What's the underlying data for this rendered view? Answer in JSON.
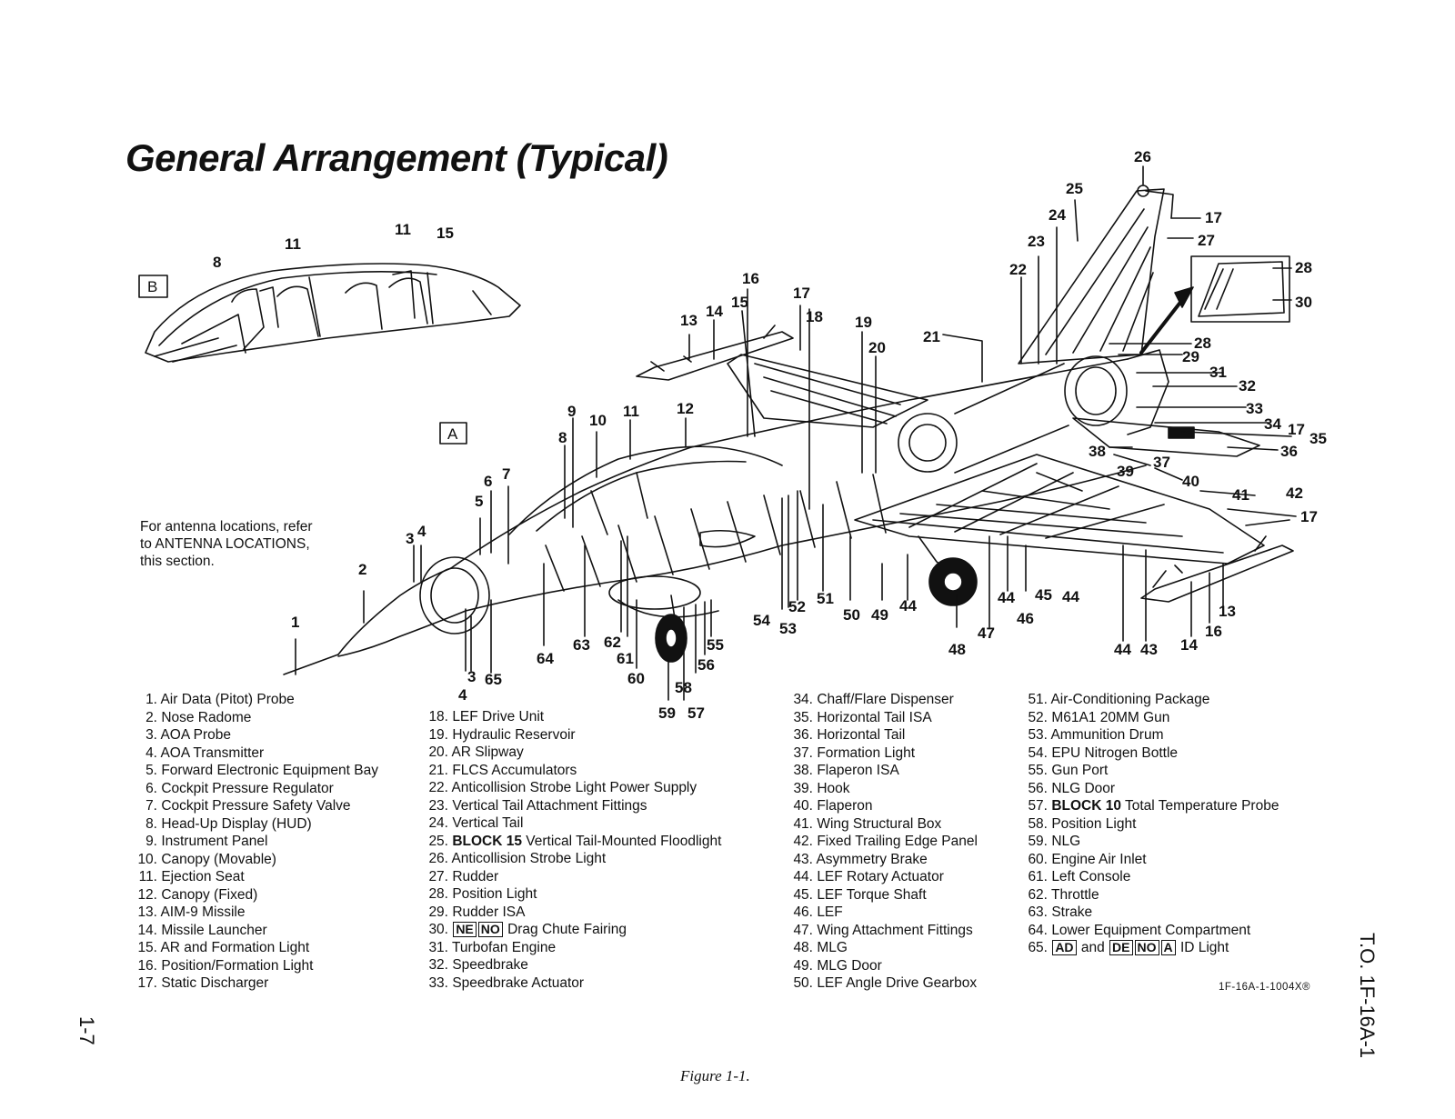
{
  "title": "General Arrangement (Typical)",
  "antenna_note": [
    "For antenna locations, refer",
    "to ANTENNA LOCATIONS,",
    "this section."
  ],
  "view_labels": {
    "a": "A",
    "b": "B"
  },
  "legend_columns": [
    [
      {
        "num": "1.",
        "text": "Air Data (Pitot) Probe"
      },
      {
        "num": "2.",
        "text": "Nose Radome"
      },
      {
        "num": "3.",
        "text": "AOA Probe"
      },
      {
        "num": "4.",
        "text": "AOA Transmitter"
      },
      {
        "num": "5.",
        "text": "Forward Electronic Equipment Bay"
      },
      {
        "num": "6.",
        "text": "Cockpit Pressure Regulator"
      },
      {
        "num": "7.",
        "text": "Cockpit Pressure Safety Valve"
      },
      {
        "num": "8.",
        "text": "Head-Up Display (HUD)"
      },
      {
        "num": "9.",
        "text": "Instrument Panel"
      },
      {
        "num": "10.",
        "text": "Canopy (Movable)"
      },
      {
        "num": "11.",
        "text": "Ejection Seat"
      },
      {
        "num": "12.",
        "text": "Canopy (Fixed)"
      },
      {
        "num": "13.",
        "text": "AIM-9 Missile"
      },
      {
        "num": "14.",
        "text": "Missile Launcher"
      },
      {
        "num": "15.",
        "text": "AR and Formation Light"
      },
      {
        "num": "16.",
        "text": "Position/Formation Light"
      },
      {
        "num": "17.",
        "text": "Static Discharger"
      }
    ],
    [
      {
        "num": "18.",
        "text": "LEF Drive Unit"
      },
      {
        "num": "19.",
        "text": "Hydraulic Reservoir"
      },
      {
        "num": "20.",
        "text": "AR Slipway"
      },
      {
        "num": "21.",
        "text": "FLCS Accumulators"
      },
      {
        "num": "22.",
        "text": "Anticollision Strobe Light Power Supply"
      },
      {
        "num": "23.",
        "text": "Vertical Tail Attachment Fittings"
      },
      {
        "num": "24.",
        "text": "Vertical Tail"
      },
      {
        "num": "25.",
        "bold": "BLOCK 15",
        "text": "Vertical Tail-Mounted Floodlight"
      },
      {
        "num": "26.",
        "text": "Anticollision Strobe Light"
      },
      {
        "num": "27.",
        "text": "Rudder"
      },
      {
        "num": "28.",
        "text": "Position Light"
      },
      {
        "num": "29.",
        "text": "Rudder ISA"
      },
      {
        "num": "30.",
        "boxes": [
          "NE",
          "NO"
        ],
        "text": "Drag Chute Fairing"
      },
      {
        "num": "31.",
        "text": "Turbofan Engine"
      },
      {
        "num": "32.",
        "text": "Speedbrake"
      },
      {
        "num": "33.",
        "text": "Speedbrake Actuator"
      }
    ],
    [
      {
        "num": "34.",
        "text": "Chaff/Flare Dispenser"
      },
      {
        "num": "35.",
        "text": "Horizontal Tail ISA"
      },
      {
        "num": "36.",
        "text": "Horizontal Tail"
      },
      {
        "num": "37.",
        "text": "Formation Light"
      },
      {
        "num": "38.",
        "text": "Flaperon ISA"
      },
      {
        "num": "39.",
        "text": "Hook"
      },
      {
        "num": "40.",
        "text": "Flaperon"
      },
      {
        "num": "41.",
        "text": "Wing Structural Box"
      },
      {
        "num": "42.",
        "text": "Fixed Trailing Edge Panel"
      },
      {
        "num": "43.",
        "text": "Asymmetry Brake"
      },
      {
        "num": "44.",
        "text": "LEF Rotary Actuator"
      },
      {
        "num": "45.",
        "text": "LEF Torque Shaft"
      },
      {
        "num": "46.",
        "text": "LEF"
      },
      {
        "num": "47.",
        "text": "Wing Attachment Fittings"
      },
      {
        "num": "48.",
        "text": "MLG"
      },
      {
        "num": "49.",
        "text": "MLG Door"
      },
      {
        "num": "50.",
        "text": "LEF Angle Drive Gearbox"
      }
    ],
    [
      {
        "num": "51.",
        "text": "Air-Conditioning Package"
      },
      {
        "num": "52.",
        "text": "M61A1 20MM Gun"
      },
      {
        "num": "53.",
        "text": "Ammunition Drum"
      },
      {
        "num": "54.",
        "text": "EPU Nitrogen Bottle"
      },
      {
        "num": "55.",
        "text": "Gun Port"
      },
      {
        "num": "56.",
        "text": "NLG Door"
      },
      {
        "num": "57.",
        "bold": "BLOCK 10",
        "text": "Total Temperature Probe"
      },
      {
        "num": "58.",
        "text": "Position Light"
      },
      {
        "num": "59.",
        "text": "NLG"
      },
      {
        "num": "60.",
        "text": "Engine Air Inlet"
      },
      {
        "num": "61.",
        "text": "Left Console"
      },
      {
        "num": "62.",
        "text": "Throttle"
      },
      {
        "num": "63.",
        "text": "Strake"
      },
      {
        "num": "64.",
        "text": "Lower Equipment Compartment"
      },
      {
        "num": "65.",
        "boxes": [
          "AD"
        ],
        "mid": "and",
        "boxes2": [
          "DE",
          "NO",
          "A"
        ],
        "text": "ID Light"
      }
    ]
  ],
  "callouts": [
    "1",
    "2",
    "3",
    "4",
    "3",
    "4",
    "5",
    "6",
    "7",
    "8",
    "9",
    "10",
    "11",
    "12",
    "13",
    "14",
    "15",
    "16",
    "17",
    "18",
    "19",
    "20",
    "21",
    "22",
    "23",
    "24",
    "25",
    "26",
    "17",
    "27",
    "28",
    "30",
    "28",
    "29",
    "31",
    "32",
    "33",
    "34",
    "17",
    "35",
    "36",
    "37",
    "38",
    "39",
    "40",
    "41",
    "42",
    "17",
    "13",
    "16",
    "14",
    "43",
    "44",
    "44",
    "45",
    "44",
    "46",
    "47",
    "48",
    "44",
    "49",
    "50",
    "51",
    "52",
    "53",
    "54",
    "55",
    "56",
    "57",
    "58",
    "59",
    "60",
    "61",
    "62",
    "63",
    "64",
    "65",
    "8",
    "11",
    "11",
    "15"
  ],
  "figure_id": "1F-16A-1-1004X",
  "figure_mark": "®",
  "caption": "Figure 1-1.",
  "page_number": "1-7",
  "to_number": "T.O. 1F-16A-1"
}
